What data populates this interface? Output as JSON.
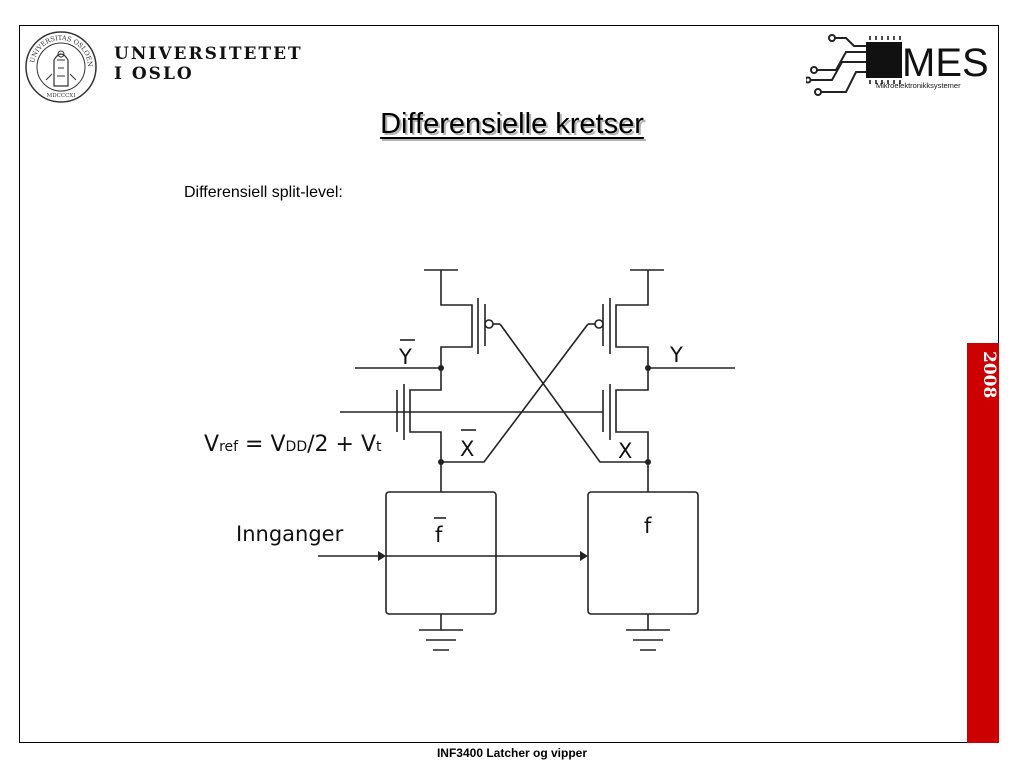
{
  "header": {
    "university_line1": "UNIVERSITETET",
    "university_line2": "I OSLO",
    "seal_text": "UNIVERSITAS OSLOENSIS MDCCCXI",
    "mes_logo_text": "MES",
    "mes_logo_subtitle": "Mikroelektronikksystemer"
  },
  "slide": {
    "title": "Differensielle kretser",
    "subtitle": "Differensiell split-level:",
    "year": "2008",
    "footer": "INF3400  Latcher og vipper"
  },
  "diagram": {
    "node_y_bar": "Y",
    "node_y": "Y",
    "node_x_bar": "X",
    "node_x": "X",
    "vref_main": "V",
    "vref_sub": "ref",
    "vref_eq": " = V",
    "vref_dd": "DD",
    "vref_rest": "/2 + V",
    "vref_t": "t",
    "inputs_label": "Innganger",
    "block_left_label": "f",
    "block_right_label": "f"
  },
  "colors": {
    "year_bar": "#cc0000",
    "title_shadow": "#b3b3b3"
  }
}
